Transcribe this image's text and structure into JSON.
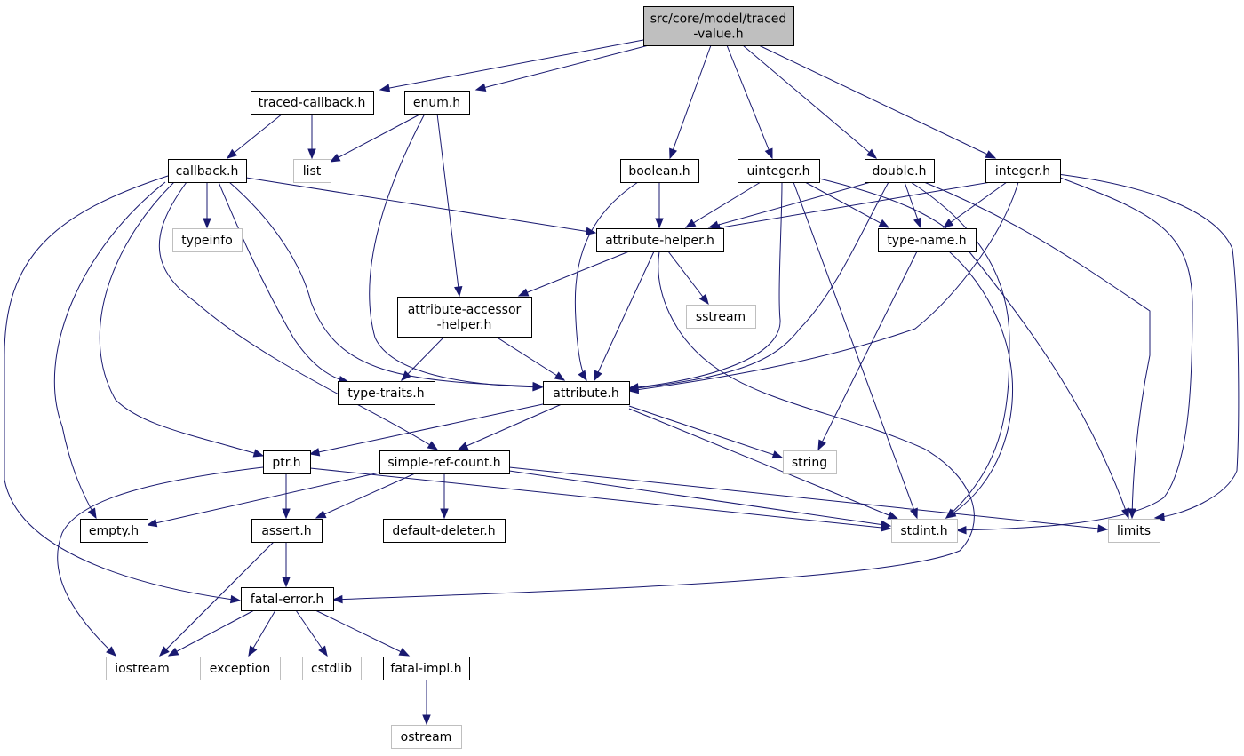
{
  "colors": {
    "edge": "#191970",
    "node_border": "#000000",
    "external_border": "#bfbfbf",
    "root_fill": "#bfbfbf",
    "node_fill": "#ffffff"
  },
  "nodes": [
    {
      "id": "root",
      "label": [
        "src/core/model/traced",
        "-value.h"
      ],
      "kind": "root"
    },
    {
      "id": "traced-callback",
      "label": [
        "traced-callback.h"
      ],
      "kind": "header"
    },
    {
      "id": "enum",
      "label": [
        "enum.h"
      ],
      "kind": "header"
    },
    {
      "id": "boolean",
      "label": [
        "boolean.h"
      ],
      "kind": "header"
    },
    {
      "id": "uinteger",
      "label": [
        "uinteger.h"
      ],
      "kind": "header"
    },
    {
      "id": "double",
      "label": [
        "double.h"
      ],
      "kind": "header"
    },
    {
      "id": "integer",
      "label": [
        "integer.h"
      ],
      "kind": "header"
    },
    {
      "id": "callback",
      "label": [
        "callback.h"
      ],
      "kind": "header"
    },
    {
      "id": "list",
      "label": [
        "list"
      ],
      "kind": "external"
    },
    {
      "id": "typeinfo",
      "label": [
        "typeinfo"
      ],
      "kind": "external"
    },
    {
      "id": "attribute-helper",
      "label": [
        "attribute-helper.h"
      ],
      "kind": "header"
    },
    {
      "id": "type-name",
      "label": [
        "type-name.h"
      ],
      "kind": "header"
    },
    {
      "id": "attribute-accessor-helper",
      "label": [
        "attribute-accessor",
        "-helper.h"
      ],
      "kind": "header"
    },
    {
      "id": "sstream",
      "label": [
        "sstream"
      ],
      "kind": "external"
    },
    {
      "id": "type-traits",
      "label": [
        "type-traits.h"
      ],
      "kind": "header"
    },
    {
      "id": "attribute",
      "label": [
        "attribute.h"
      ],
      "kind": "header"
    },
    {
      "id": "ptr",
      "label": [
        "ptr.h"
      ],
      "kind": "header"
    },
    {
      "id": "simple-ref-count",
      "label": [
        "simple-ref-count.h"
      ],
      "kind": "header"
    },
    {
      "id": "string",
      "label": [
        "string"
      ],
      "kind": "external"
    },
    {
      "id": "empty",
      "label": [
        "empty.h"
      ],
      "kind": "header"
    },
    {
      "id": "assert",
      "label": [
        "assert.h"
      ],
      "kind": "header"
    },
    {
      "id": "default-deleter",
      "label": [
        "default-deleter.h"
      ],
      "kind": "header"
    },
    {
      "id": "stdint",
      "label": [
        "stdint.h"
      ],
      "kind": "external"
    },
    {
      "id": "limits",
      "label": [
        "limits"
      ],
      "kind": "external"
    },
    {
      "id": "fatal-error",
      "label": [
        "fatal-error.h"
      ],
      "kind": "header"
    },
    {
      "id": "iostream",
      "label": [
        "iostream"
      ],
      "kind": "external"
    },
    {
      "id": "exception",
      "label": [
        "exception"
      ],
      "kind": "external"
    },
    {
      "id": "cstdlib",
      "label": [
        "cstdlib"
      ],
      "kind": "external"
    },
    {
      "id": "fatal-impl",
      "label": [
        "fatal-impl.h"
      ],
      "kind": "header"
    },
    {
      "id": "ostream",
      "label": [
        "ostream"
      ],
      "kind": "external"
    }
  ],
  "edges": [
    {
      "from": "root",
      "to": "traced-callback"
    },
    {
      "from": "root",
      "to": "enum"
    },
    {
      "from": "root",
      "to": "boolean"
    },
    {
      "from": "root",
      "to": "uinteger"
    },
    {
      "from": "root",
      "to": "double"
    },
    {
      "from": "root",
      "to": "integer"
    },
    {
      "from": "traced-callback",
      "to": "callback"
    },
    {
      "from": "traced-callback",
      "to": "list"
    },
    {
      "from": "enum",
      "to": "list"
    },
    {
      "from": "enum",
      "to": "attribute"
    },
    {
      "from": "enum",
      "to": "attribute-accessor-helper"
    },
    {
      "from": "callback",
      "to": "typeinfo"
    },
    {
      "from": "callback",
      "to": "attribute-helper"
    },
    {
      "from": "callback",
      "to": "type-traits"
    },
    {
      "from": "callback",
      "to": "attribute"
    },
    {
      "from": "callback",
      "to": "simple-ref-count"
    },
    {
      "from": "callback",
      "to": "ptr"
    },
    {
      "from": "callback",
      "to": "empty"
    },
    {
      "from": "callback",
      "to": "fatal-error"
    },
    {
      "from": "boolean",
      "to": "attribute-helper"
    },
    {
      "from": "boolean",
      "to": "attribute"
    },
    {
      "from": "uinteger",
      "to": "attribute-helper"
    },
    {
      "from": "uinteger",
      "to": "type-name"
    },
    {
      "from": "uinteger",
      "to": "attribute"
    },
    {
      "from": "uinteger",
      "to": "stdint"
    },
    {
      "from": "uinteger",
      "to": "limits"
    },
    {
      "from": "double",
      "to": "attribute-helper"
    },
    {
      "from": "double",
      "to": "type-name"
    },
    {
      "from": "double",
      "to": "attribute"
    },
    {
      "from": "double",
      "to": "stdint"
    },
    {
      "from": "double",
      "to": "limits"
    },
    {
      "from": "integer",
      "to": "attribute-helper"
    },
    {
      "from": "integer",
      "to": "type-name"
    },
    {
      "from": "integer",
      "to": "attribute"
    },
    {
      "from": "integer",
      "to": "stdint"
    },
    {
      "from": "integer",
      "to": "limits"
    },
    {
      "from": "attribute-helper",
      "to": "attribute-accessor-helper"
    },
    {
      "from": "attribute-helper",
      "to": "sstream"
    },
    {
      "from": "attribute-helper",
      "to": "attribute"
    },
    {
      "from": "attribute-helper",
      "to": "fatal-error"
    },
    {
      "from": "type-name",
      "to": "string"
    },
    {
      "from": "type-name",
      "to": "stdint"
    },
    {
      "from": "attribute-accessor-helper",
      "to": "type-traits"
    },
    {
      "from": "attribute-accessor-helper",
      "to": "attribute"
    },
    {
      "from": "attribute",
      "to": "ptr"
    },
    {
      "from": "attribute",
      "to": "simple-ref-count"
    },
    {
      "from": "attribute",
      "to": "string"
    },
    {
      "from": "attribute",
      "to": "stdint"
    },
    {
      "from": "ptr",
      "to": "assert"
    },
    {
      "from": "ptr",
      "to": "iostream"
    },
    {
      "from": "ptr",
      "to": "stdint"
    },
    {
      "from": "simple-ref-count",
      "to": "empty"
    },
    {
      "from": "simple-ref-count",
      "to": "assert"
    },
    {
      "from": "simple-ref-count",
      "to": "default-deleter"
    },
    {
      "from": "simple-ref-count",
      "to": "stdint"
    },
    {
      "from": "simple-ref-count",
      "to": "limits"
    },
    {
      "from": "assert",
      "to": "fatal-error"
    },
    {
      "from": "assert",
      "to": "iostream"
    },
    {
      "from": "fatal-error",
      "to": "iostream"
    },
    {
      "from": "fatal-error",
      "to": "exception"
    },
    {
      "from": "fatal-error",
      "to": "cstdlib"
    },
    {
      "from": "fatal-error",
      "to": "fatal-impl"
    },
    {
      "from": "fatal-impl",
      "to": "ostream"
    }
  ]
}
